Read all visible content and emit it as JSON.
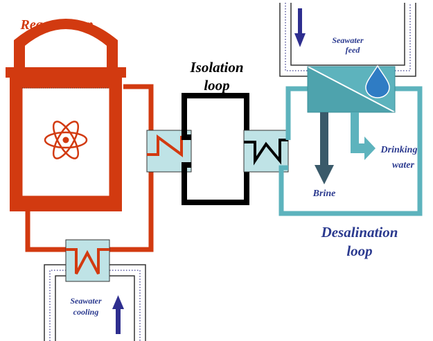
{
  "labels": {
    "reactor_loop": "Reactor loop",
    "isolation_loop_line1": "Isolation",
    "isolation_loop_line2": "loop",
    "desalination_loop_line1": "Desalination",
    "desalination_loop_line2": "loop",
    "seawater_feed_line1": "Seawater",
    "seawater_feed_line2": "feed",
    "seawater_cooling_line1": "Seawater",
    "seawater_cooling_line2": "cooling",
    "drinking_water_line1": "Drinking",
    "drinking_water_line2": "water",
    "brine": "Brine"
  },
  "colors": {
    "reactor": "#d23a10",
    "isolation": "#000000",
    "desalination": "#5db3bd",
    "exchanger_fill": "#bfe3e6",
    "seawater_arrow": "#2e2e8f",
    "brine_arrow": "#3a5a6a",
    "drinking_arrow": "#5db3bd",
    "label_blue": "#2b3a8f",
    "droplet": "#2f7cc4",
    "channel_dots": "#5a5aa0"
  },
  "icons": {
    "reactor": "atom-icon",
    "desalination_unit": "water-droplet-icon"
  }
}
